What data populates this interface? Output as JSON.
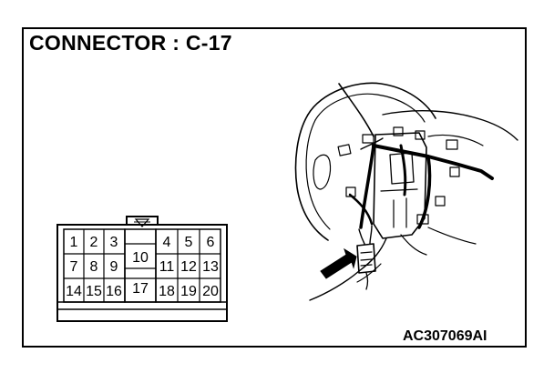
{
  "title": "CONNECTOR : C-17",
  "figure_code": "AC307069AI",
  "pins": {
    "p1": "1",
    "p2": "2",
    "p3": "3",
    "p4": "4",
    "p5": "5",
    "p6": "6",
    "p7": "7",
    "p8": "8",
    "p9": "9",
    "p10": "10",
    "p11": "11",
    "p12": "12",
    "p13": "13",
    "p14": "14",
    "p15": "15",
    "p16": "16",
    "p17": "17",
    "p18": "18",
    "p19": "19",
    "p20": "20"
  },
  "colors": {
    "line": "#000000",
    "background": "#ffffff"
  }
}
